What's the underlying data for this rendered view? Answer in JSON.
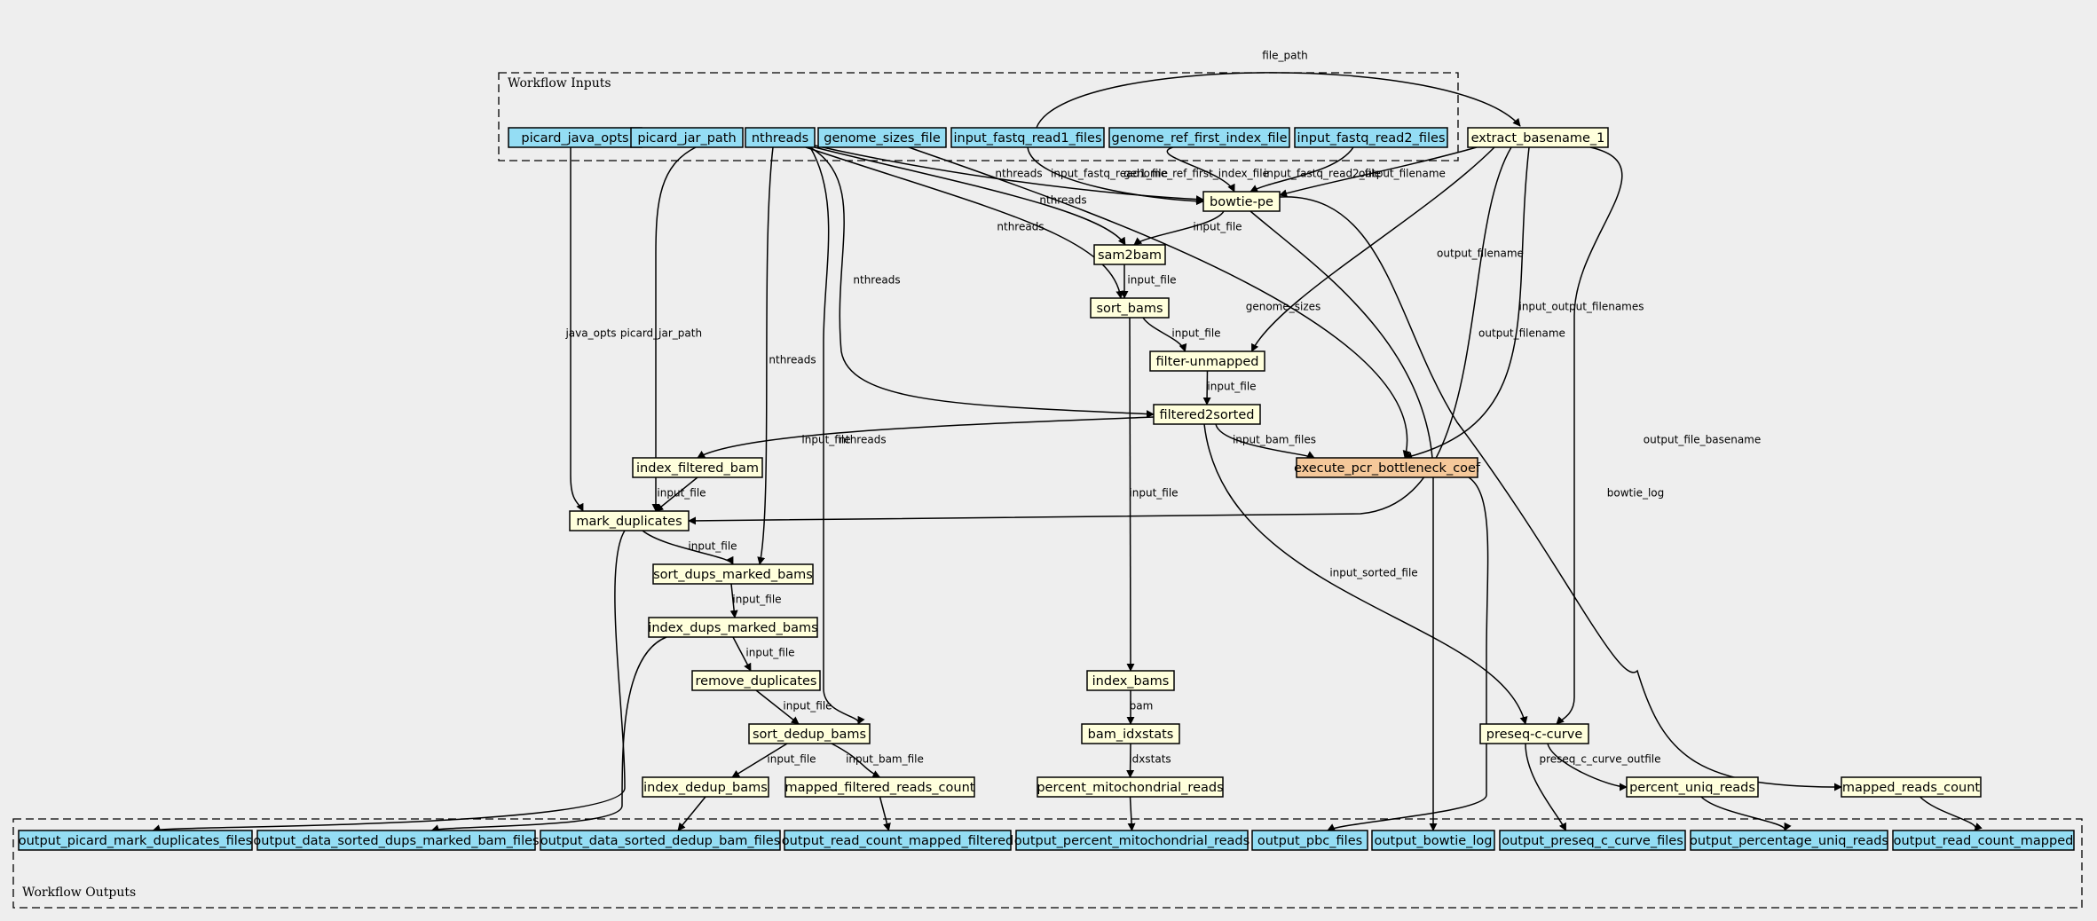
{
  "colors": {
    "background": "#eeeeee",
    "input": "#94ddf4",
    "step": "#ffffdc",
    "highlight": "#f5c89a"
  },
  "clusters": {
    "inputs": {
      "label": "Workflow Inputs"
    },
    "outputs": {
      "label": "Workflow Outputs"
    }
  },
  "nodes": [
    {
      "id": "picard_java_opts",
      "label": "picard_java_opts",
      "kind": "input"
    },
    {
      "id": "picard_jar_path",
      "label": "picard_jar_path",
      "kind": "input"
    },
    {
      "id": "nthreads",
      "label": "nthreads",
      "kind": "input"
    },
    {
      "id": "genome_sizes_file",
      "label": "genome_sizes_file",
      "kind": "input"
    },
    {
      "id": "input_fastq_read1_files",
      "label": "input_fastq_read1_files",
      "kind": "input"
    },
    {
      "id": "genome_ref_first_index_file",
      "label": "genome_ref_first_index_file",
      "kind": "input"
    },
    {
      "id": "input_fastq_read2_files",
      "label": "input_fastq_read2_files",
      "kind": "input"
    },
    {
      "id": "extract_basename_1",
      "label": "extract_basename_1",
      "kind": "step"
    },
    {
      "id": "bowtie_pe",
      "label": "bowtie-pe",
      "kind": "step"
    },
    {
      "id": "sam2bam",
      "label": "sam2bam",
      "kind": "step"
    },
    {
      "id": "sort_bams",
      "label": "sort_bams",
      "kind": "step"
    },
    {
      "id": "filter_unmapped",
      "label": "filter-unmapped",
      "kind": "step"
    },
    {
      "id": "filtered2sorted",
      "label": "filtered2sorted",
      "kind": "step"
    },
    {
      "id": "execute_pcr",
      "label": "execute_pcr_bottleneck_coef",
      "kind": "highlight"
    },
    {
      "id": "index_filtered_bam",
      "label": "index_filtered_bam",
      "kind": "step"
    },
    {
      "id": "mark_duplicates",
      "label": "mark_duplicates",
      "kind": "step"
    },
    {
      "id": "sort_dups_marked_bams",
      "label": "sort_dups_marked_bams",
      "kind": "step"
    },
    {
      "id": "index_dups_marked_bams",
      "label": "index_dups_marked_bams",
      "kind": "step"
    },
    {
      "id": "remove_duplicates",
      "label": "remove_duplicates",
      "kind": "step"
    },
    {
      "id": "sort_dedup_bams",
      "label": "sort_dedup_bams",
      "kind": "step"
    },
    {
      "id": "index_dedup_bams",
      "label": "index_dedup_bams",
      "kind": "step"
    },
    {
      "id": "mapped_filtered_reads_count",
      "label": "mapped_filtered_reads_count",
      "kind": "step"
    },
    {
      "id": "index_bams",
      "label": "index_bams",
      "kind": "step"
    },
    {
      "id": "bam_idxstats",
      "label": "bam_idxstats",
      "kind": "step"
    },
    {
      "id": "percent_mitochondrial_reads",
      "label": "percent_mitochondrial_reads",
      "kind": "step"
    },
    {
      "id": "preseq_c_curve",
      "label": "preseq-c-curve",
      "kind": "step"
    },
    {
      "id": "percent_uniq_reads",
      "label": "percent_uniq_reads",
      "kind": "step"
    },
    {
      "id": "mapped_reads_count",
      "label": "mapped_reads_count",
      "kind": "step"
    },
    {
      "id": "out_picard",
      "label": "output_picard_mark_duplicates_files",
      "kind": "input"
    },
    {
      "id": "out_dups_marked",
      "label": "output_data_sorted_dups_marked_bam_files",
      "kind": "input"
    },
    {
      "id": "out_dedup",
      "label": "output_data_sorted_dedup_bam_files",
      "kind": "input"
    },
    {
      "id": "out_read_count_filtered",
      "label": "output_read_count_mapped_filtered",
      "kind": "input"
    },
    {
      "id": "out_pct_mito",
      "label": "output_percent_mitochondrial_reads",
      "kind": "input"
    },
    {
      "id": "out_pbc",
      "label": "output_pbc_files",
      "kind": "input"
    },
    {
      "id": "out_bowtie_log",
      "label": "output_bowtie_log",
      "kind": "input"
    },
    {
      "id": "out_preseq",
      "label": "output_preseq_c_curve_files",
      "kind": "input"
    },
    {
      "id": "out_pct_uniq",
      "label": "output_percentage_uniq_reads",
      "kind": "input"
    },
    {
      "id": "out_read_count_mapped",
      "label": "output_read_count_mapped",
      "kind": "input"
    }
  ],
  "edges": [
    {
      "from": "input_fastq_read1_files",
      "to": "extract_basename_1",
      "label": "file_path"
    },
    {
      "from": "nthreads",
      "to": "bowtie_pe",
      "label": "nthreads"
    },
    {
      "from": "input_fastq_read1_files",
      "to": "bowtie_pe",
      "label": "input_fastq_read1_file"
    },
    {
      "from": "genome_ref_first_index_file",
      "to": "bowtie_pe",
      "label": "genome_ref_first_index_file"
    },
    {
      "from": "input_fastq_read2_files",
      "to": "bowtie_pe",
      "label": "input_fastq_read2_file"
    },
    {
      "from": "extract_basename_1",
      "to": "bowtie_pe",
      "label": "output_filename"
    },
    {
      "from": "nthreads",
      "to": "sam2bam",
      "label": "nthreads"
    },
    {
      "from": "bowtie_pe",
      "to": "sam2bam",
      "label": "input_file"
    },
    {
      "from": "nthreads",
      "to": "sort_bams",
      "label": "nthreads"
    },
    {
      "from": "sam2bam",
      "to": "sort_bams",
      "label": "input_file"
    },
    {
      "from": "extract_basename_1",
      "to": "filter_unmapped",
      "label": "output_filename"
    },
    {
      "from": "sort_bams",
      "to": "filter_unmapped",
      "label": "input_file"
    },
    {
      "from": "nthreads",
      "to": "filtered2sorted",
      "label": "nthreads"
    },
    {
      "from": "filter_unmapped",
      "to": "filtered2sorted",
      "label": "input_file"
    },
    {
      "from": "genome_sizes_file",
      "to": "execute_pcr",
      "label": "genome_sizes"
    },
    {
      "from": "extract_basename_1",
      "to": "execute_pcr",
      "label": "input_output_filenames"
    },
    {
      "from": "filtered2sorted",
      "to": "execute_pcr",
      "label": "input_bam_files"
    },
    {
      "from": "filtered2sorted",
      "to": "index_filtered_bam",
      "label": "input_file"
    },
    {
      "from": "picard_java_opts",
      "to": "mark_duplicates",
      "label": "java_opts"
    },
    {
      "from": "picard_jar_path",
      "to": "mark_duplicates",
      "label": "picard_jar_path"
    },
    {
      "from": "index_filtered_bam",
      "to": "mark_duplicates",
      "label": "input_file"
    },
    {
      "from": "extract_basename_1",
      "to": "mark_duplicates",
      "label": "output_filename"
    },
    {
      "from": "nthreads",
      "to": "sort_dups_marked_bams",
      "label": "nthreads"
    },
    {
      "from": "mark_duplicates",
      "to": "sort_dups_marked_bams",
      "label": "input_file"
    },
    {
      "from": "sort_dups_marked_bams",
      "to": "index_dups_marked_bams",
      "label": "input_file"
    },
    {
      "from": "index_dups_marked_bams",
      "to": "remove_duplicates",
      "label": "input_file"
    },
    {
      "from": "nthreads",
      "to": "sort_dedup_bams",
      "label": "nthreads"
    },
    {
      "from": "remove_duplicates",
      "to": "sort_dedup_bams",
      "label": "input_file"
    },
    {
      "from": "sort_dedup_bams",
      "to": "index_dedup_bams",
      "label": "input_file"
    },
    {
      "from": "sort_dedup_bams",
      "to": "mapped_filtered_reads_count",
      "label": "input_bam_file"
    },
    {
      "from": "sort_bams",
      "to": "index_bams",
      "label": "input_file"
    },
    {
      "from": "index_bams",
      "to": "bam_idxstats",
      "label": "bam"
    },
    {
      "from": "bam_idxstats",
      "to": "percent_mitochondrial_reads",
      "label": "idxstats"
    },
    {
      "from": "filtered2sorted",
      "to": "preseq_c_curve",
      "label": "input_sorted_file"
    },
    {
      "from": "extract_basename_1",
      "to": "preseq_c_curve",
      "label": "output_file_basename"
    },
    {
      "from": "preseq_c_curve",
      "to": "percent_uniq_reads",
      "label": "preseq_c_curve_outfile"
    },
    {
      "from": "bowtie_pe",
      "to": "mapped_reads_count",
      "label": "bowtie_log"
    },
    {
      "from": "mark_duplicates",
      "to": "out_picard",
      "label": ""
    },
    {
      "from": "index_dups_marked_bams",
      "to": "out_dups_marked",
      "label": ""
    },
    {
      "from": "index_dedup_bams",
      "to": "out_dedup",
      "label": ""
    },
    {
      "from": "mapped_filtered_reads_count",
      "to": "out_read_count_filtered",
      "label": ""
    },
    {
      "from": "percent_mitochondrial_reads",
      "to": "out_pct_mito",
      "label": ""
    },
    {
      "from": "execute_pcr",
      "to": "out_pbc",
      "label": ""
    },
    {
      "from": "bowtie_pe",
      "to": "out_bowtie_log",
      "label": ""
    },
    {
      "from": "preseq_c_curve",
      "to": "out_preseq",
      "label": ""
    },
    {
      "from": "percent_uniq_reads",
      "to": "out_pct_uniq",
      "label": ""
    },
    {
      "from": "mapped_reads_count",
      "to": "out_read_count_mapped",
      "label": ""
    }
  ]
}
